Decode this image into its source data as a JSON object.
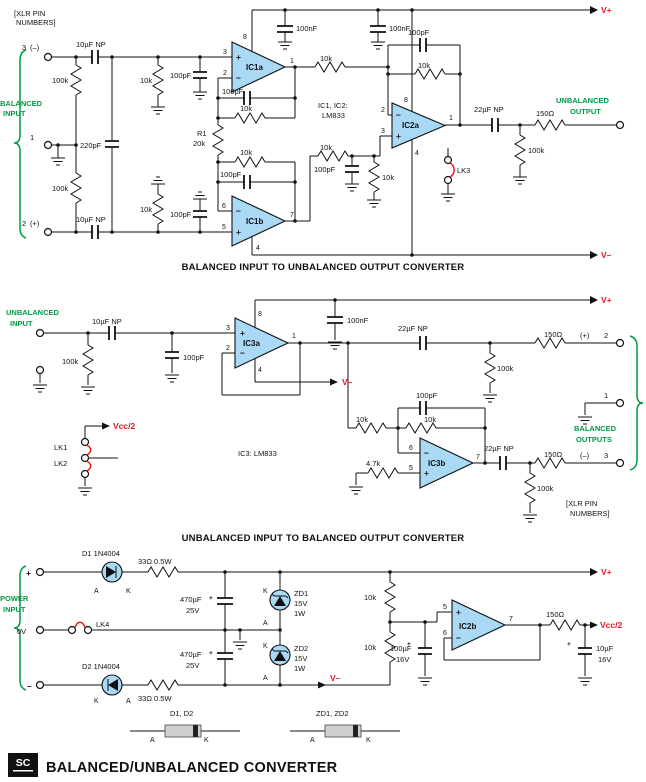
{
  "colors": {
    "green": "#009a44",
    "red": "#e8191f",
    "opamp": "#a9d9f5",
    "wire": "#111111"
  },
  "sym": {
    "plus": "+",
    "minus": "−"
  },
  "s1": {
    "caption": "BALANCED INPUT TO UNBALANCED OUTPUT CONVERTER",
    "xlr1": "[XLR PIN",
    "xlr2": "NUMBERS]",
    "vp": "V+",
    "vm": "V–",
    "t3": "3",
    "t3s": "(–)",
    "t1": "1",
    "t2": "2",
    "t2s": "(+)",
    "bal1": "BALANCED",
    "bal2": "INPUT",
    "cin_top": "10µF NP",
    "cin_bot": "10µF NP",
    "r100k_top": "100k",
    "r100k_bot": "100k",
    "r10k_top": "10k",
    "r10k_bot": "10k",
    "c100p_top": "100pF",
    "c100p_bot": "100pF",
    "c220p": "220pF",
    "byp1": "100nF",
    "byp2": "100nF",
    "icl1": "IC1, IC2:",
    "icl2": "LM833",
    "ic1a": "IC1a",
    "ic1a_p3": "3",
    "ic1a_p2": "2",
    "ic1a_p8": "8",
    "ic1a_p1": "1",
    "fb1a_c": "100pF",
    "fb1a_r": "10k",
    "r1": "R1",
    "r1v": "20k",
    "fb1b_r": "10k",
    "fb1b_c": "100pF",
    "ic1b": "IC1b",
    "ic1b_p6": "6",
    "ic1b_p5": "5",
    "ic1b_p7": "7",
    "ic1b_p4": "4",
    "rs_top": "10k",
    "rs_bot": "10k",
    "cg": "100pF",
    "rg": "10k",
    "fb2a_c": "100pF",
    "fb2a_r": "10k",
    "ic2a": "IC2a",
    "ic2a_p2": "2",
    "ic2a_p3": "3",
    "ic2a_p8": "8",
    "ic2a_p4": "4",
    "ic2a_p1": "1",
    "cout": "22µF NP",
    "rout": "150Ω",
    "rload": "100k",
    "lk3": "LK3",
    "out1": "UNBALANCED",
    "out2": "OUTPUT"
  },
  "s2": {
    "caption": "UNBALANCED INPUT TO BALANCED OUTPUT CONVERTER",
    "vp": "V+",
    "vm": "V–",
    "unb1": "UNBALANCED",
    "unb2": "INPUT",
    "cin": "10µF NP",
    "r100k": "100k",
    "c100p": "100pF",
    "byp": "100nF",
    "ic3a": "IC3a",
    "p3": "3",
    "p2": "2",
    "p8": "8",
    "p1": "1",
    "p4": "4",
    "coutp": "22µF NP",
    "rloadp": "100k",
    "routp": "150Ω",
    "t2": "2",
    "t2s": "(+)",
    "t1": "1",
    "t3": "3",
    "t3s": "(–)",
    "bal1": "BALANCED",
    "bal2": "OUTPUTS",
    "xlr1": "[XLR PIN",
    "xlr2": "NUMBERS]",
    "fbc": "100pF",
    "fbr": "10k",
    "rin": "10k",
    "icl": "IC3: LM833",
    "r47": "4.7k",
    "ic3b": "IC3b",
    "p6": "6",
    "p5": "5",
    "p7": "7",
    "coutm": "22µF NP",
    "rloadm": "100k",
    "routm": "150Ω",
    "lk1": "LK1",
    "lk2": "LK2",
    "vcc": "Vcc/2"
  },
  "s3": {
    "pwr1": "POWER",
    "pwr2": "INPUT",
    "tp": "+",
    "t0": "0V",
    "tm": "–",
    "d1": "D1 1N4004",
    "d2": "D2 1N4004",
    "a": "A",
    "k": "K",
    "r33": "33Ω 0.5W",
    "lk4": "LK4",
    "c470": "470µF",
    "v25": "25V",
    "zd1": "ZD1",
    "zd2": "ZD2",
    "v15": "15V",
    "w1": "1W",
    "r10": "10k",
    "c100u": "100µF",
    "v16": "16V",
    "ic2b": "IC2b",
    "p5": "5",
    "p6": "6",
    "p7": "7",
    "r150": "150Ω",
    "vcc": "Vcc/2",
    "c10u": "10µF",
    "vp": "V+",
    "vm": "V–",
    "leg1": "D1, D2",
    "leg2": "ZD1, ZD2"
  },
  "footer": {
    "logo": "SC",
    "title": "BALANCED/UNBALANCED CONVERTER"
  }
}
